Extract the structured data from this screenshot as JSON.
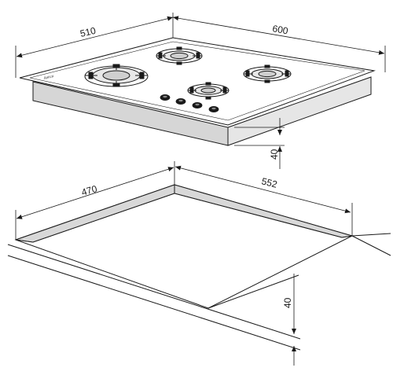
{
  "hob": {
    "brand": "Amica",
    "dimensions": {
      "depth": "510",
      "width": "600",
      "height": "40"
    }
  },
  "cutout": {
    "dimensions": {
      "depth": "470",
      "width": "552",
      "height": "40"
    }
  },
  "colors": {
    "line": "#1a1a1a",
    "panel_gray": "#d8d8d8",
    "burner_gray": "#c9c9c9"
  },
  "icons": [
    "gas-burner-icon",
    "control-knob-icon",
    "dimension-arrow-icon"
  ]
}
